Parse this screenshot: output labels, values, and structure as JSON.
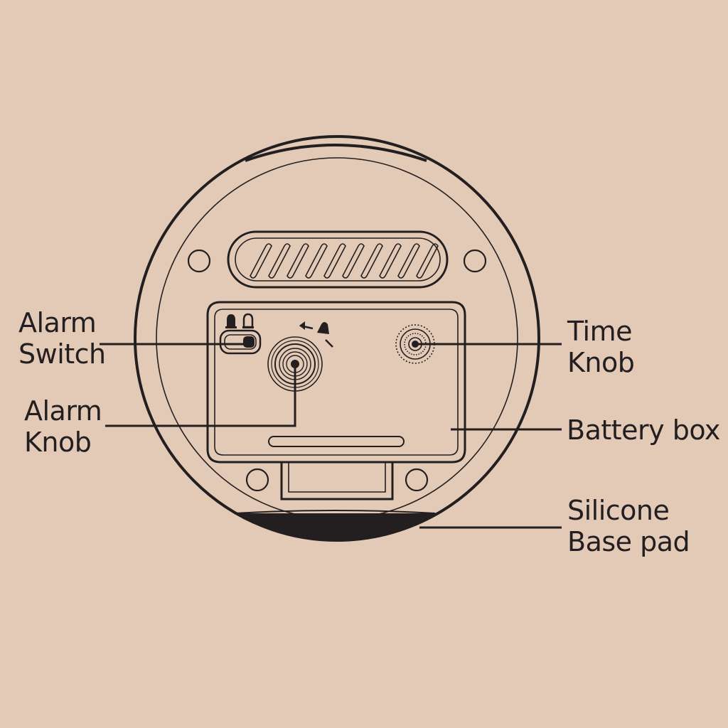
{
  "labels": {
    "alarm_switch": [
      "Alarm",
      "Switch"
    ],
    "alarm_knob": [
      "Alarm",
      "Knob"
    ],
    "time_knob": [
      "Time",
      "Knob"
    ],
    "battery_box": [
      "Battery box"
    ],
    "silicone_base_pad": [
      "Silicone",
      "Base pad"
    ]
  },
  "colors": {
    "background": "#e3cab6",
    "ink": "#231f20"
  }
}
